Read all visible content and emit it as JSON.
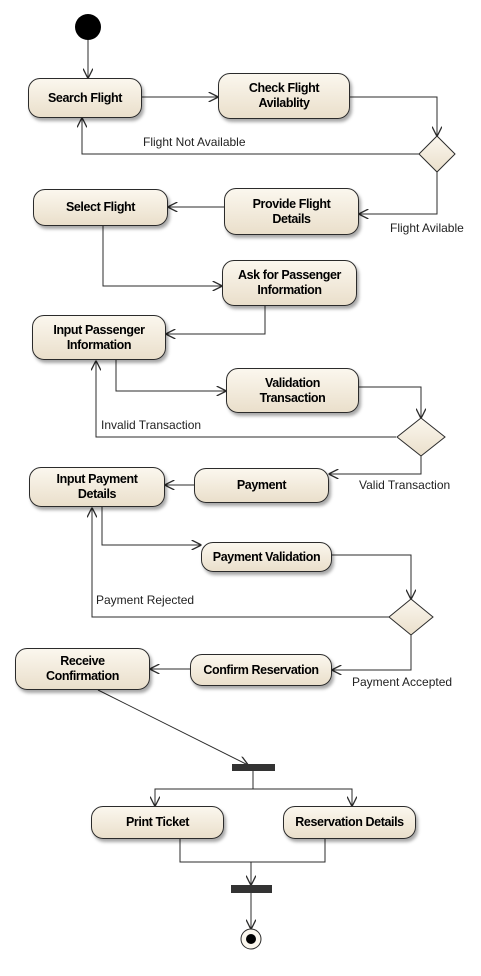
{
  "nodes": {
    "search_flight": "Search Flight",
    "check_flight": "Check Flight\nAvilablity",
    "provide_flight_details": "Provide Flight\nDetails",
    "select_flight": "Select Flight",
    "ask_passenger_info": "Ask for Passenger\nInformation",
    "input_passenger_info": "Input Passenger\nInformation",
    "validation_transaction": "Validation\nTransaction",
    "payment": "Payment",
    "input_payment_details": "Input Payment\nDetails",
    "payment_validation": "Payment Validation",
    "confirm_reservation": "Confirm Reservation",
    "receive_confirmation": "Receive\nConfirmation",
    "print_ticket": "Print Ticket",
    "reservation_details": "Reservation Details"
  },
  "edge_labels": {
    "flight_not_available": "Flight Not Available",
    "flight_available": "Flight Avilable",
    "invalid_transaction": "Invalid Transaction",
    "valid_transaction": "Valid Transaction",
    "payment_rejected": "Payment Rejected",
    "payment_accepted": "Payment Accepted"
  },
  "colors": {
    "node_fill_top": "#fbf7ee",
    "node_fill_bottom": "#eadfcb",
    "stroke": "#2b2b2b",
    "start_node": "#000000",
    "fork_bar": "#333333"
  }
}
